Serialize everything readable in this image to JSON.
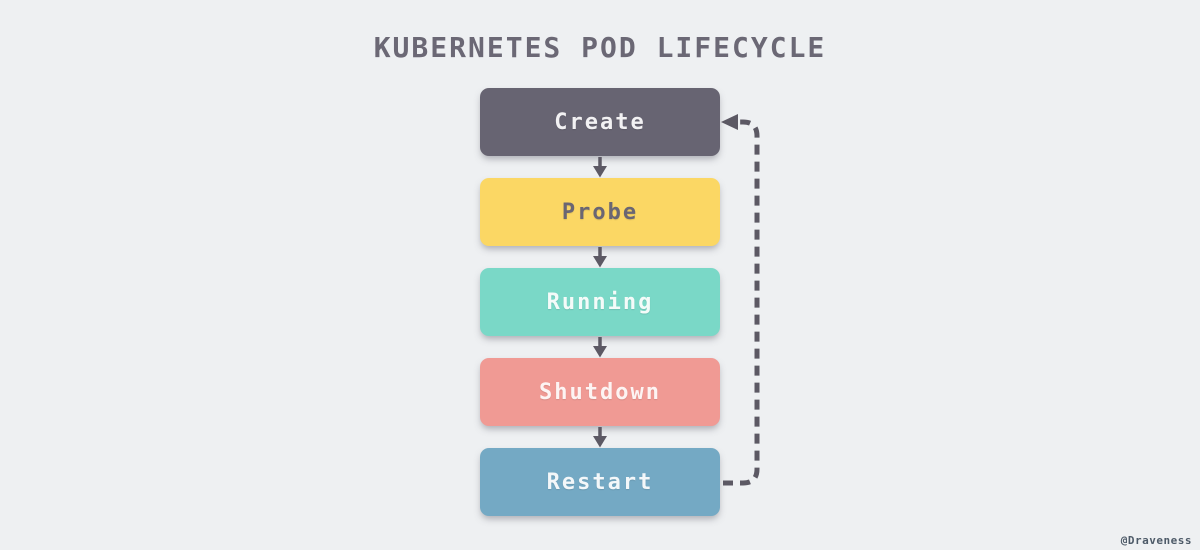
{
  "title": "KUBERNETES POD LIFECYCLE",
  "watermark": "@Draveness",
  "colors": {
    "background": "#eef0f2",
    "title": "#6b6875",
    "connector": "#5c5964",
    "watermark": "#4d5a68"
  },
  "nodes": [
    {
      "id": "create",
      "label": "Create",
      "color": "#676472",
      "text_color": "#f2f1f3"
    },
    {
      "id": "probe",
      "label": "Probe",
      "color": "#fbd764",
      "text_color": "#6a6673"
    },
    {
      "id": "running",
      "label": "Running",
      "color": "#7ad8c7",
      "text_color": "#f4fbf9"
    },
    {
      "id": "shutdown",
      "label": "Shutdown",
      "color": "#f09a94",
      "text_color": "#fdf4f3"
    },
    {
      "id": "restart",
      "label": "Restart",
      "color": "#74a9c4",
      "text_color": "#f3f7f9"
    }
  ],
  "edges": [
    {
      "from": "create",
      "to": "probe",
      "style": "solid"
    },
    {
      "from": "probe",
      "to": "running",
      "style": "solid"
    },
    {
      "from": "running",
      "to": "shutdown",
      "style": "solid"
    },
    {
      "from": "shutdown",
      "to": "restart",
      "style": "solid"
    },
    {
      "from": "restart",
      "to": "create",
      "style": "dashed"
    }
  ]
}
